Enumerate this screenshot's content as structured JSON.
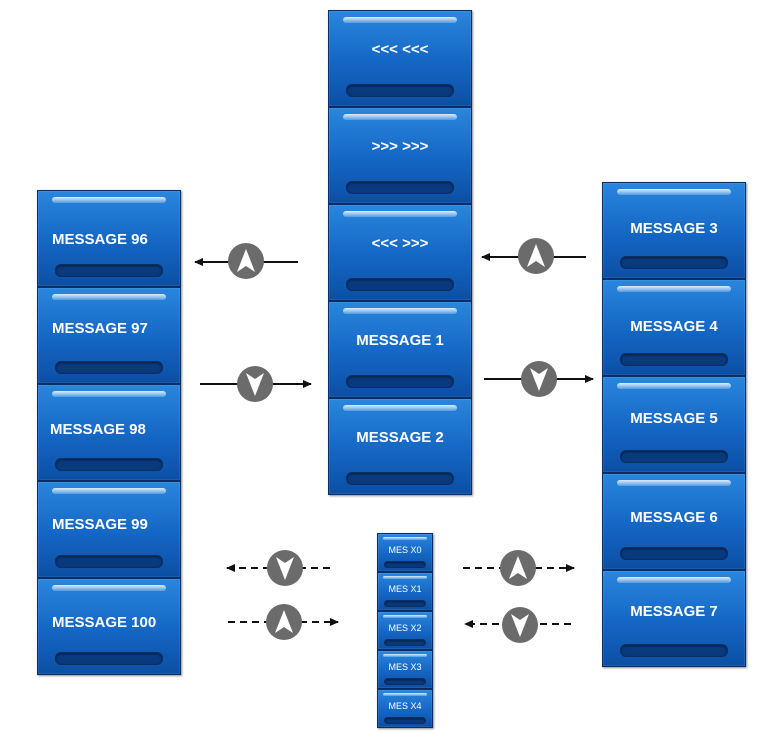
{
  "center_column": [
    "<<<  <<<",
    ">>>  >>>",
    "<<<  >>>",
    "MESSAGE 1",
    "MESSAGE 2"
  ],
  "left_column": [
    "MESSAGE 96",
    "MESSAGE 97",
    "MESSAGE 98",
    "MESSAGE 99",
    "MESSAGE 100"
  ],
  "right_column": [
    "MESSAGE 3",
    "MESSAGE 4",
    "MESSAGE 5",
    "MESSAGE 6",
    "MESSAGE 7"
  ],
  "small_column": [
    "MES X0",
    "MES X1",
    "MES X2",
    "MES X3",
    "MES X4"
  ],
  "colors": {
    "tile": "#1466c4",
    "tile_border": "#0a2f66",
    "badge": "#6b6b6b",
    "arrow": "#111111"
  },
  "icons": [
    "arrow-up-badge-icon",
    "arrow-down-badge-icon"
  ]
}
